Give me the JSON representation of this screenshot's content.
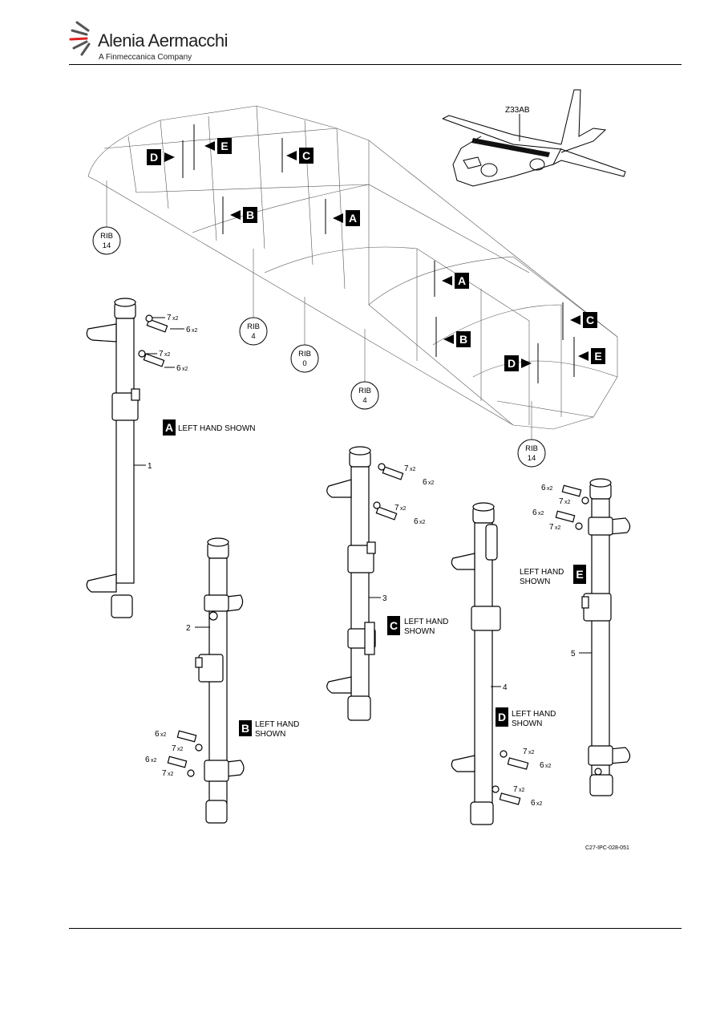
{
  "header": {
    "brand": "Alenia Aermacchi",
    "tagline": "A Finmeccanica Company"
  },
  "figure": {
    "aircraft_callout": "Z33AB",
    "ribs": [
      {
        "label": "RIB",
        "num": "14"
      },
      {
        "label": "RIB",
        "num": "4"
      },
      {
        "label": "RIB",
        "num": "0"
      },
      {
        "label": "RIB",
        "num": "4"
      },
      {
        "label": "RIB",
        "num": "14"
      }
    ],
    "view_letters": [
      "A",
      "B",
      "C",
      "D",
      "E"
    ],
    "views": {
      "A": "LEFT HAND SHOWN",
      "B": [
        "LEFT HAND",
        "SHOWN"
      ],
      "C": [
        "LEFT HAND",
        "SHOWN"
      ],
      "D": [
        "LEFT HAND",
        "SHOWN"
      ],
      "E": [
        "LEFT HAND",
        "SHOWN"
      ]
    },
    "item_numbers": [
      "1",
      "2",
      "3",
      "4",
      "5"
    ],
    "callouts": {
      "bolt": "6",
      "washer": "7",
      "qty": "x2"
    },
    "drawing_id": "C27-IPC-028-051"
  }
}
